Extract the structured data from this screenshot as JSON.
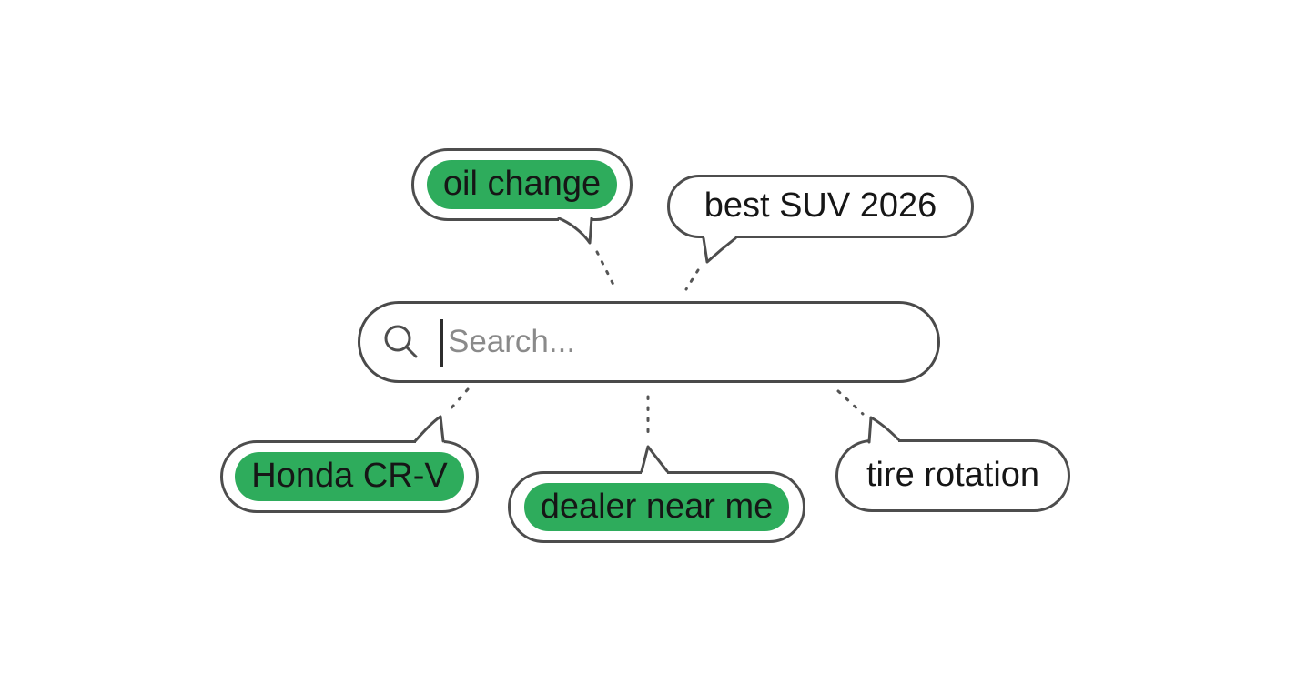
{
  "illustration": {
    "background": "#ffffff",
    "outline_color": "#4d4d4d",
    "highlight_color": "#2eac5c",
    "text_color": "#161616",
    "placeholder_color": "#8a8a8a"
  },
  "search_bar": {
    "placeholder": "Search...",
    "value": "",
    "icon": "search-icon",
    "cursor_visible": true
  },
  "bubbles": [
    {
      "id": "oil-change",
      "label": "oil change",
      "highlighted": true,
      "position": "top-left"
    },
    {
      "id": "best-suv-2026",
      "label": "best SUV 2026",
      "highlighted": false,
      "position": "top-right"
    },
    {
      "id": "honda-cr-v",
      "label": "Honda CR-V",
      "highlighted": true,
      "position": "bottom-left"
    },
    {
      "id": "dealer-near-me",
      "label": "dealer near me",
      "highlighted": true,
      "position": "bottom-center"
    },
    {
      "id": "tire-rotation",
      "label": "tire rotation",
      "highlighted": false,
      "position": "bottom-right"
    }
  ]
}
